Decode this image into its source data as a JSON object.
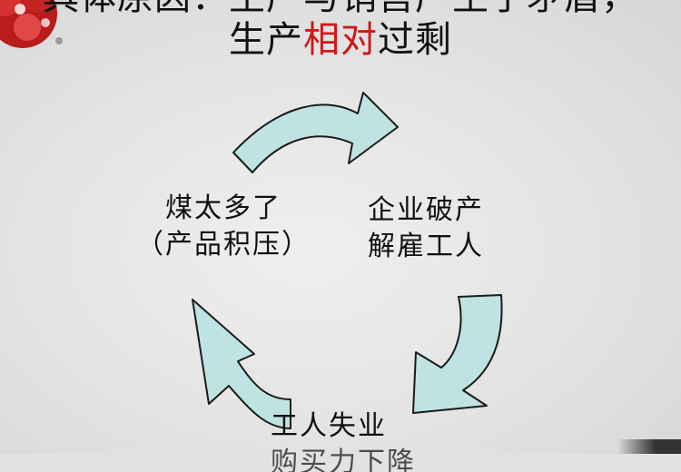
{
  "title": {
    "line1": "具体原因：生产与销售产生了矛盾，",
    "line2_part1": "生产",
    "line2_red": "相对",
    "line2_part2": "过剩"
  },
  "nodes": {
    "left_line1": "煤太多了",
    "left_line2": "（产品积压）",
    "right_line1": "企业破产",
    "right_line2": "解雇工人",
    "bottom_line1": "工人失业",
    "bottom_line2": "购买力下降"
  },
  "colors": {
    "arrow_fill": "#bfe3e3",
    "title_accent": "#d01818"
  }
}
